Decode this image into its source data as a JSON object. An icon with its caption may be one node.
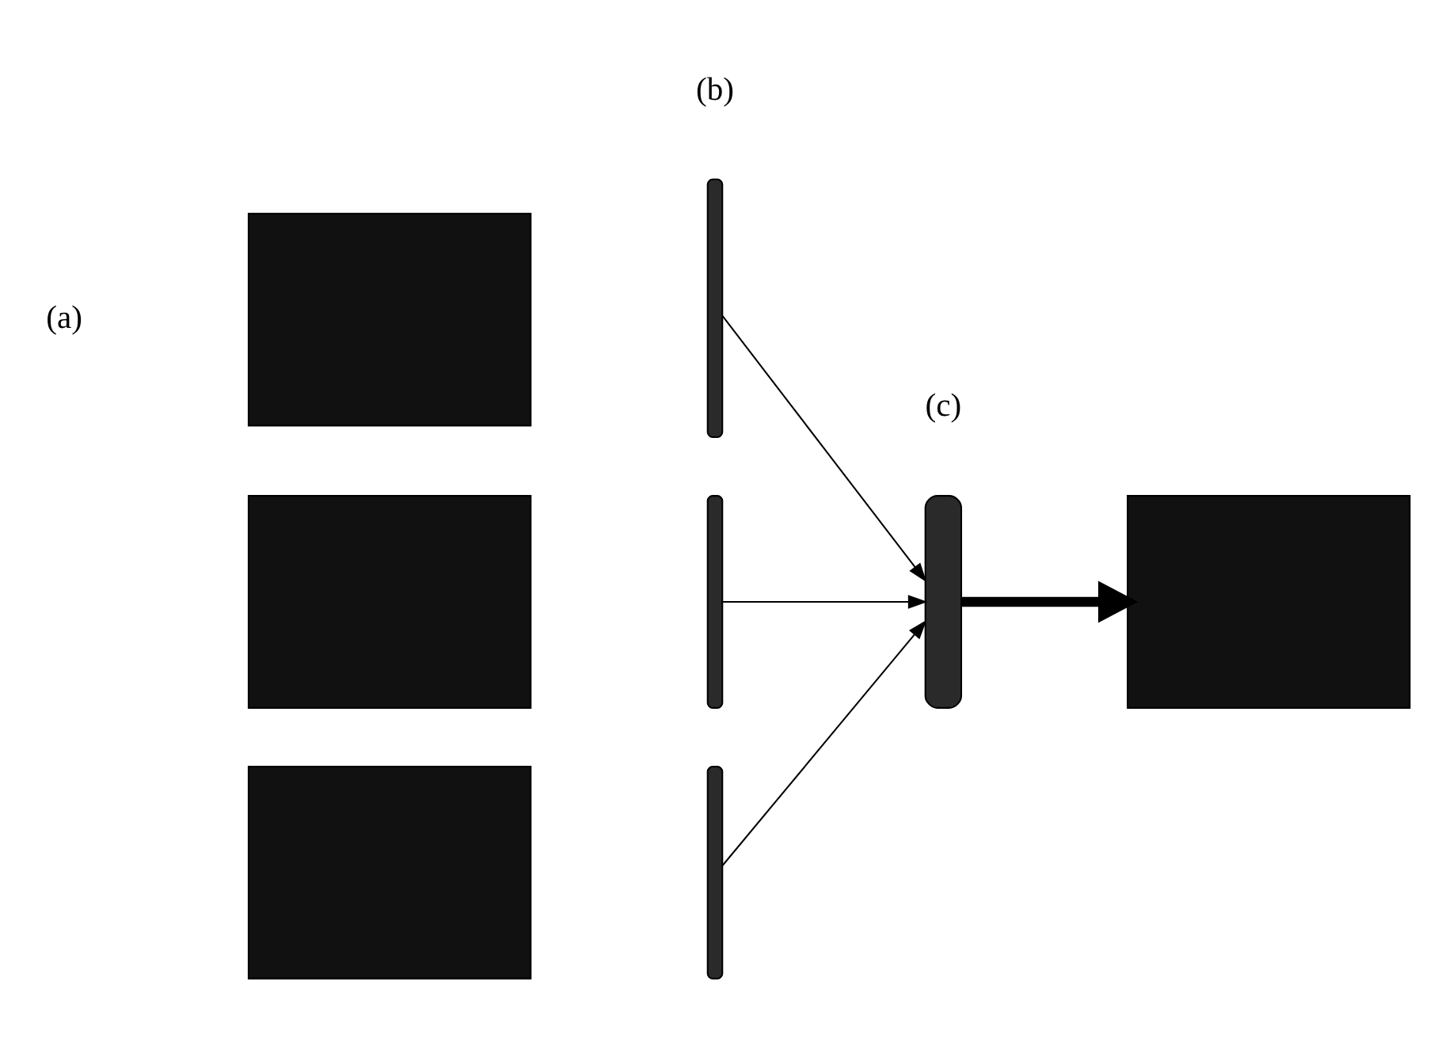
{
  "diagram": {
    "nodes": [
      {
        "text": [],
        "shape": "box"
      },
      {
        "text": [],
        "shape": "box"
      },
      {
        "text": [],
        "shape": "box"
      },
      {
        "text": [],
        "shape": "bar"
      },
      {
        "text": [],
        "shape": "bar"
      },
      {
        "text": [],
        "shape": "bar"
      },
      {
        "text": [],
        "shape": "bar"
      },
      {
        "text": [],
        "shape": "box"
      }
    ],
    "edges": [
      {
        "from": 3,
        "to": 6,
        "arrow": "to"
      },
      {
        "from": 4,
        "to": 6,
        "arrow": "to"
      },
      {
        "from": 5,
        "to": 6,
        "arrow": "to"
      },
      {
        "from": 6,
        "to": 7,
        "arrow": "to",
        "style": "thick"
      }
    ],
    "labels": [
      "(a)",
      "(b)",
      "(c)"
    ]
  }
}
